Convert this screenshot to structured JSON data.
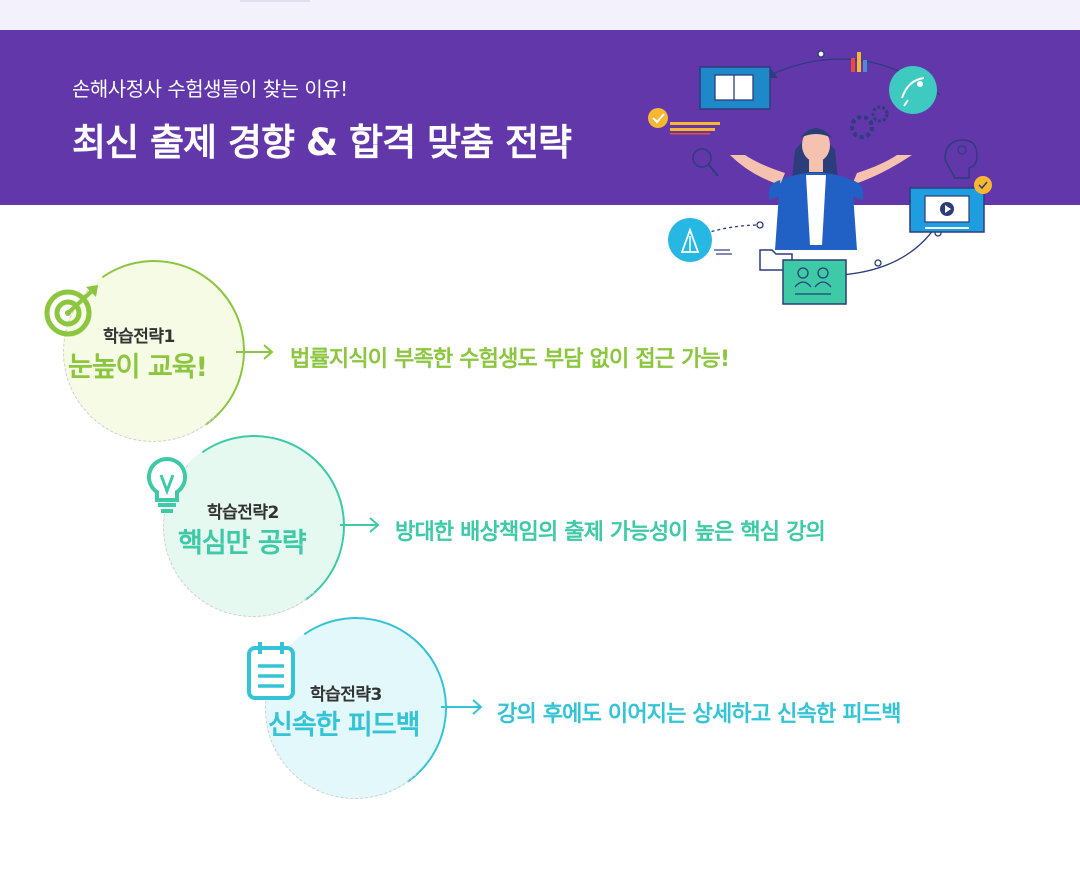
{
  "header": {
    "subtitle": "손해사정사 수험생들이 찾는 이유!",
    "title": "최신 출제 경향 & 합격 맞춤 전략"
  },
  "strategies": [
    {
      "tag": "학습전략1",
      "headline": "눈높이 교육!",
      "description": "법률지식이 부족한 수험생도 부담 없이 접근 가능!",
      "icon": "target-icon",
      "color": "#8cc63f"
    },
    {
      "tag": "학습전략2",
      "headline": "핵심만 공략",
      "description": "방대한 배상책임의 출제 가능성이 높은 핵심 강의",
      "icon": "lightbulb-icon",
      "color": "#3ec9a7"
    },
    {
      "tag": "학습전략3",
      "headline": "신속한 피드백",
      "description": "강의 후에도 이어지는 상세하고 신속한 피드백",
      "icon": "notepad-icon",
      "color": "#35c3d6"
    }
  ],
  "colors": {
    "banner": "#6137aa",
    "green": "#8cc63f",
    "teal": "#3ec9a7",
    "cyan": "#35c3d6"
  }
}
